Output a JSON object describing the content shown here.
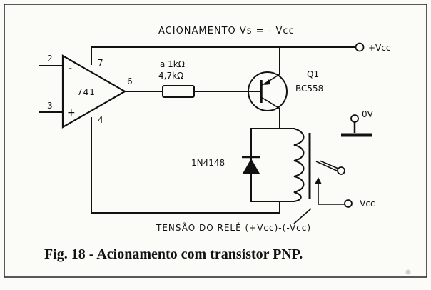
{
  "title_line": "ACIONAMENTO  Vs = - Vcc",
  "opamp": {
    "name": "741",
    "pin_inv": "2",
    "pin_noninv": "3",
    "pin_vplus": "7",
    "pin_out": "6",
    "pin_vminus": "4",
    "sign_minus": "-",
    "sign_plus": "+"
  },
  "resistor": {
    "value_a": "a  1kΩ",
    "value_b": "4,7kΩ"
  },
  "transistor": {
    "ref": "Q1",
    "part": "BC558"
  },
  "diode": {
    "part": "1N4148"
  },
  "terminals": {
    "vcc_pos": "+Vcc",
    "vcc_neg": "- Vcc",
    "zero_v": "0V"
  },
  "bottom_line": "TENSÃO  DO  RELÉ  (+Vcc)-(-Vcc)",
  "caption": "Fig. 18 - Acionamento com transistor PNP."
}
